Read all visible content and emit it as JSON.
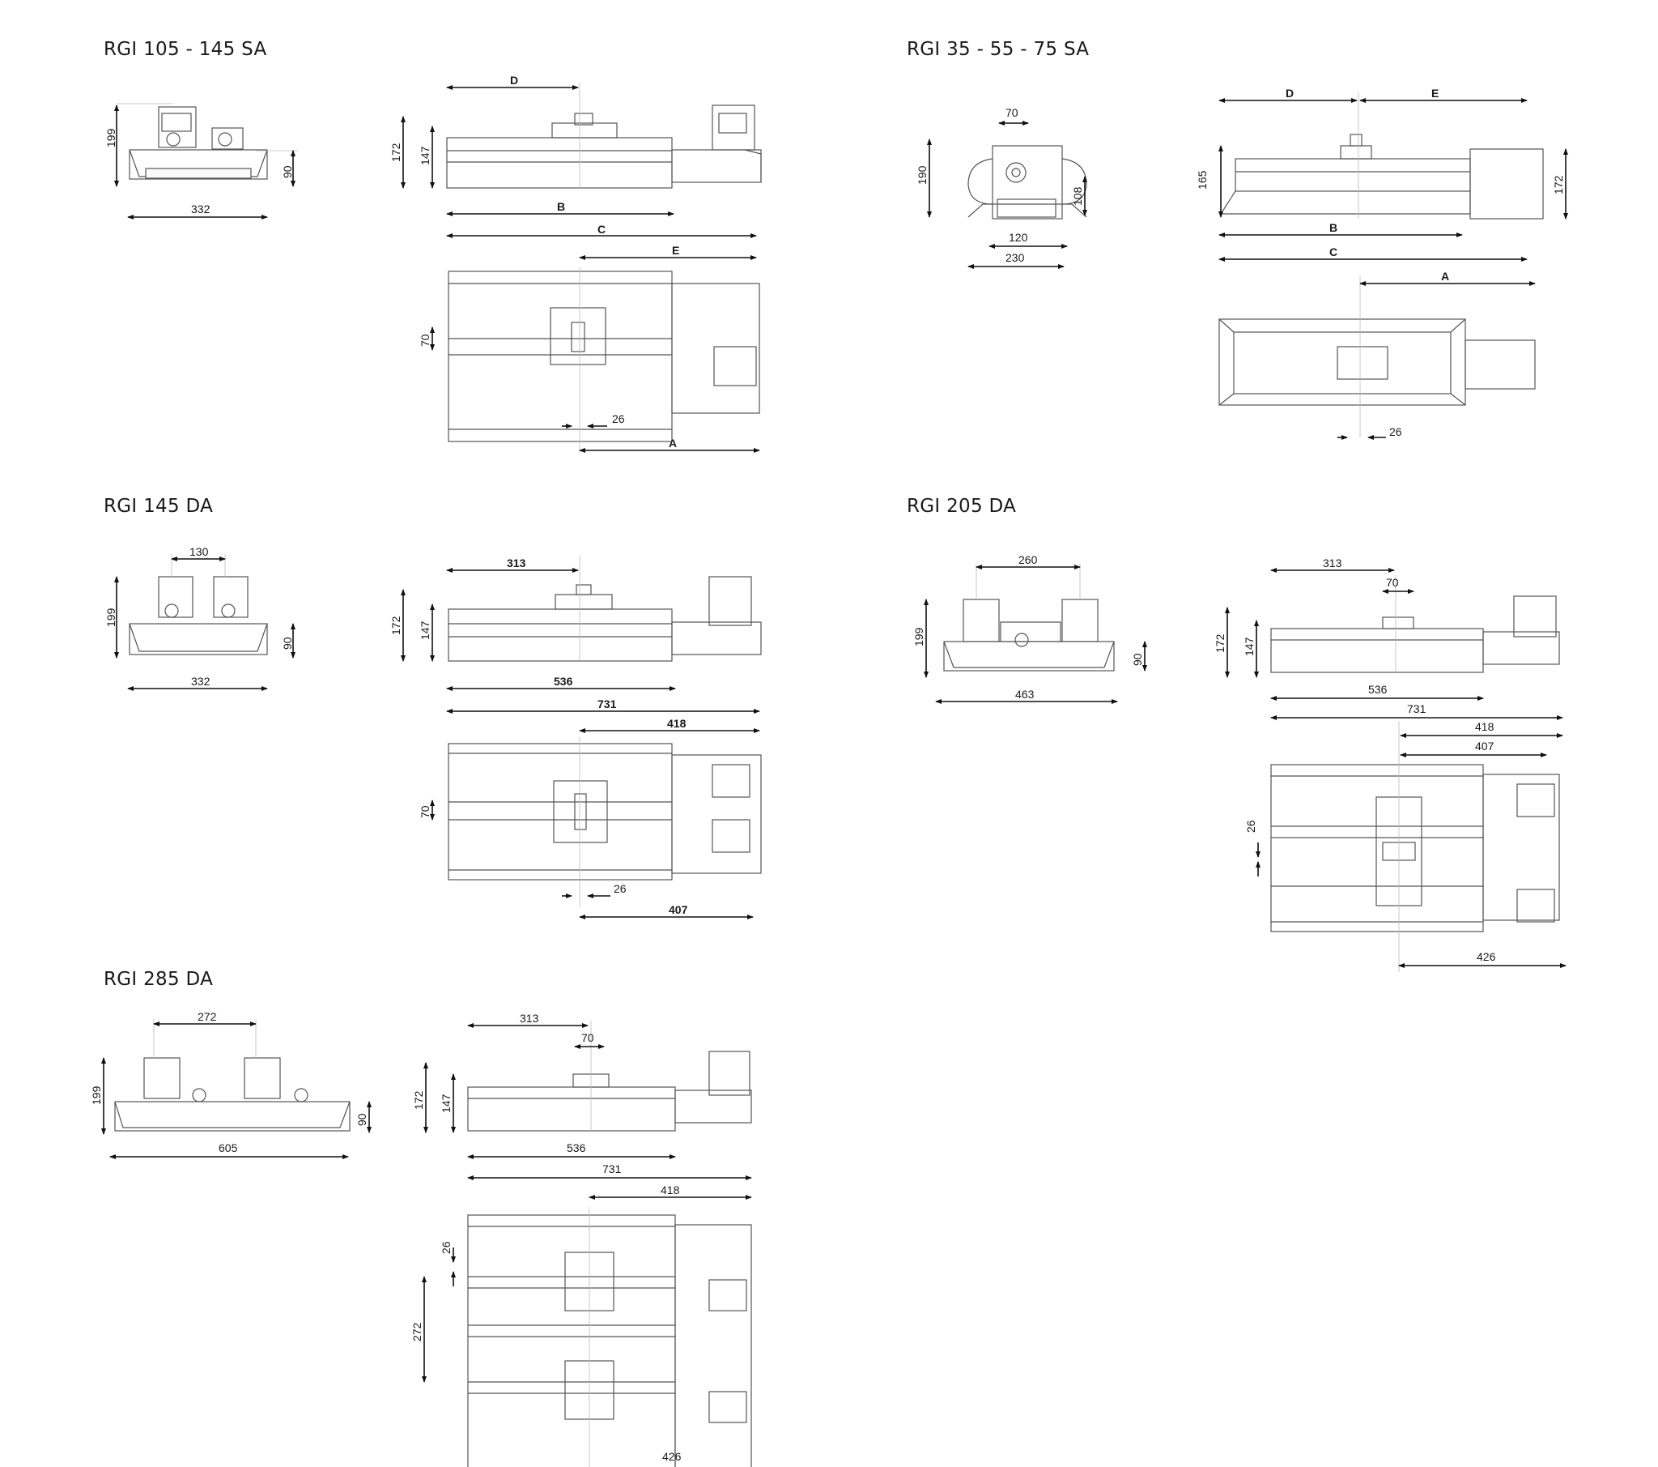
{
  "titles": {
    "t1": "RGI 105 - 145 SA",
    "t2": "RGI 35 - 55 - 75 SA",
    "t3": "RGI 145 DA",
    "t4": "RGI 205 DA",
    "t5": "RGI 285 DA"
  },
  "dims": {
    "rgi105": {
      "front": {
        "height": "199",
        "base_height": "90",
        "width": "332"
      },
      "side": {
        "d": "D",
        "h172": "172",
        "h147": "147",
        "b": "B",
        "c": "C",
        "e": "E"
      },
      "top": {
        "h70": "70",
        "w26": "26",
        "a": "A"
      }
    },
    "rgi35": {
      "front": {
        "w70": "70",
        "height": "190",
        "h108": "108",
        "w120": "120",
        "w230": "230"
      },
      "side": {
        "d": "D",
        "e": "E",
        "h165": "165",
        "h172": "172",
        "b": "B",
        "c": "C"
      },
      "top": {
        "a": "A",
        "w26": "26"
      }
    },
    "rgi145da": {
      "front": {
        "w130": "130",
        "height": "199",
        "base_height": "90",
        "width": "332"
      },
      "side": {
        "w313": "313",
        "h172": "172",
        "h147": "147",
        "w536": "536",
        "w731": "731",
        "w418": "418"
      },
      "top": {
        "h70": "70",
        "w26": "26",
        "w407": "407"
      }
    },
    "rgi205da": {
      "front": {
        "w260": "260",
        "height": "199",
        "base_height": "90",
        "width": "463"
      },
      "side": {
        "w313": "313",
        "w70": "70",
        "h172": "172",
        "h147": "147",
        "w536": "536",
        "w731": "731"
      },
      "top": {
        "w418": "418",
        "w407": "407",
        "h26": "26",
        "w426": "426"
      }
    },
    "rgi285da": {
      "front": {
        "w272": "272",
        "height": "199",
        "base_height": "90",
        "width": "605"
      },
      "side": {
        "w313": "313",
        "w70": "70",
        "h172": "172",
        "h147": "147",
        "w536": "536",
        "w731": "731"
      },
      "top": {
        "w418": "418",
        "h26": "26",
        "h272": "272",
        "w426": "426"
      }
    }
  }
}
